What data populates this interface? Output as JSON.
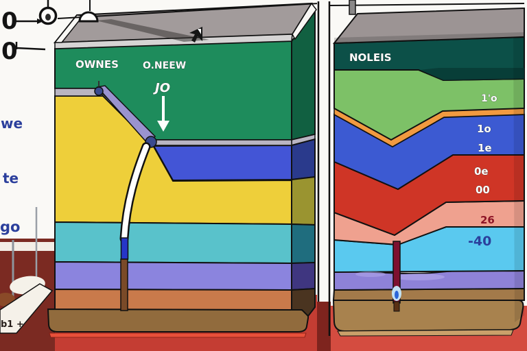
{
  "title": "Two geological cross-section block diagrams",
  "palette": {
    "label_white": "#ffffff",
    "label_blue": "#2b3f9c",
    "label_dark_red": "#8e1426",
    "label_black": "#141414",
    "corner_text": "#241c18",
    "left": {
      "top_face": "#a29b9b",
      "top_edge": "#d6d4d4",
      "green": "#1e8c5c",
      "green_side": "#116041",
      "gray_band": "#b9b5c2",
      "lavender_band": "#9a93cf",
      "knob": "#3a4a8e",
      "yellow": "#eecf3a",
      "yellow_side": "#9a9430",
      "blue": "#4355d6",
      "blue_side": "#2a3a8c",
      "teal": "#59c2cb",
      "teal_side": "#1f6d7e",
      "periwinkle": "#8b84de",
      "periwinkle_side": "#3f3680",
      "orange_brown": "#c97a4b",
      "base_brown": "#916b3d",
      "base_side": "#4a3420",
      "floor_red": "#c43d33",
      "floor_bright": "#e8503a",
      "maroon": "#7b2a22",
      "well_blue": "#2636c8",
      "well_brown": "#7a4a28"
    },
    "right": {
      "top_face": "#9c9494",
      "dark_teal": "#0c5048",
      "dark_teal_shadow": "#083b36",
      "light_green": "#7dc167",
      "orange": "#f19a40",
      "blue": "#3c5ad2",
      "red": "#cf3526",
      "salmon": "#efa18f",
      "cyan": "#5ac9ef",
      "purple": "#8e82d8",
      "wisp": "#b4aaec",
      "brown": "#a37a4a",
      "base": "#a8824e",
      "base_strip": "#caa06a",
      "floor_red": "#d44c40",
      "gap_red": "#7e241e",
      "pipe": "#7e1030",
      "glow": "#c8ecff",
      "glow_core": "#2a66d8",
      "pipe_tip": "#5a3014"
    }
  },
  "left_panel": {
    "axis_zero_top": "0",
    "axis_zero_mid": "0",
    "margin_labels": [
      "we",
      "te",
      "go"
    ],
    "corner_label": "b1 +",
    "surface_label_1": "OWNES",
    "surface_label_2": "O.NEEW",
    "arrow_label": "JO"
  },
  "right_panel": {
    "top_label": "NOLEIS",
    "green_label": "1'o",
    "blue_label_1": "1o",
    "blue_label_2": "1e",
    "red_label_1": "0e",
    "red_label_2": "00",
    "salmon_label": "26",
    "cyan_label": "-40"
  }
}
